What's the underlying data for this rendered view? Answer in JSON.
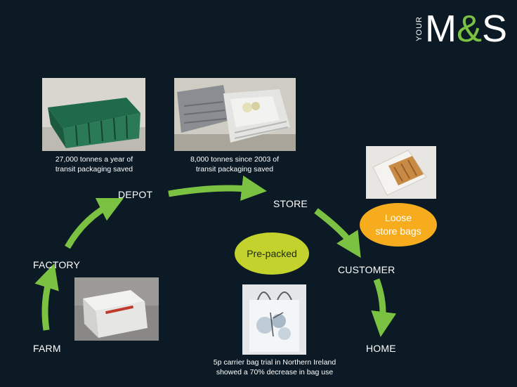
{
  "logo": {
    "your": "YOUR",
    "m": "M",
    "amp": "&",
    "s": "S"
  },
  "nodes": {
    "farm": "FARM",
    "factory": "FACTORY",
    "depot": "DEPOT",
    "store": "STORE",
    "customer": "CUSTOMER",
    "home": "HOME"
  },
  "captions": {
    "depot_line1": "27,000 tonnes a year of",
    "depot_line2": "transit packaging saved",
    "store_line1": "8,000 tonnes since 2003 of",
    "store_line2": "transit packaging saved",
    "bag_line1": "5p carrier bag trial in Northern Ireland",
    "bag_line2": "showed a 70% decrease in bag use"
  },
  "bubbles": {
    "prepacked": "Pre-packed",
    "loose_line1": "Loose",
    "loose_line2": "store bags"
  },
  "colors": {
    "background": "#0b1a24",
    "arrow": "#7cc242",
    "prepacked": "#c3d22c",
    "loose": "#f6ac1c"
  }
}
